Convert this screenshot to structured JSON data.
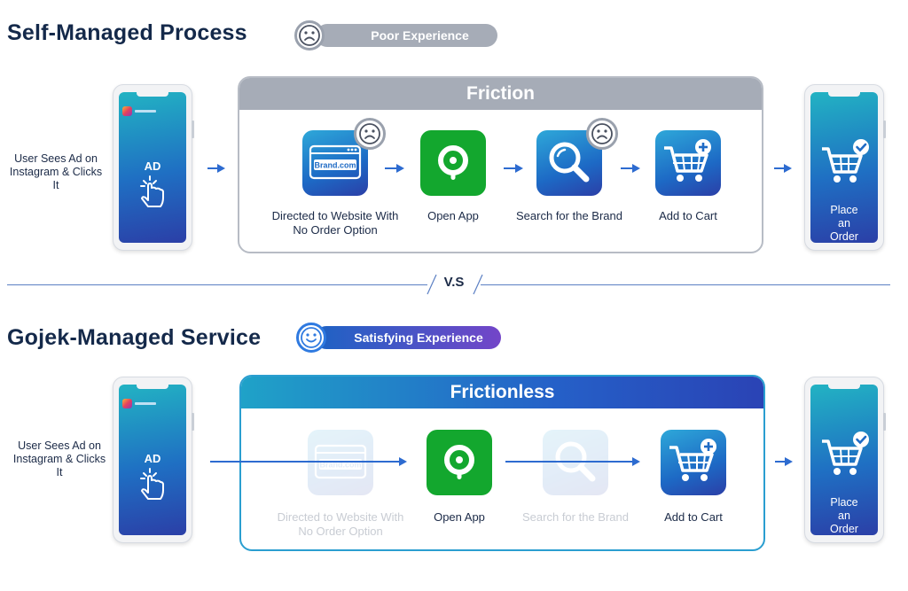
{
  "top": {
    "title": "Self-Managed Process",
    "experience": "Poor Experience",
    "box_title": "Friction",
    "user_label": "User Sees Ad on Instagram & Clicks It",
    "ad": "AD",
    "steps": [
      {
        "label": "Directed to Website With No Order Option",
        "icon": "website-icon",
        "sub": "Brand.com"
      },
      {
        "label": "Open App",
        "icon": "gojek-app-icon"
      },
      {
        "label": "Search for the Brand",
        "icon": "search-icon"
      },
      {
        "label": "Add to Cart",
        "icon": "cart-add-icon"
      }
    ],
    "final": "Place an Order"
  },
  "divider": "V.S",
  "bottom": {
    "title": "Gojek-Managed Service",
    "experience": "Satisfying Experience",
    "box_title": "Frictionless",
    "user_label": "User Sees Ad on Instagram & Clicks It",
    "ad": "AD",
    "steps": [
      {
        "label": "Directed to Website With No Order Option",
        "icon": "website-icon",
        "sub": "Brand.com"
      },
      {
        "label": "Open App",
        "icon": "gojek-app-icon"
      },
      {
        "label": "Search for the Brand",
        "icon": "search-icon"
      },
      {
        "label": "Add to Cart",
        "icon": "cart-add-icon"
      }
    ],
    "final": "Place an Order"
  },
  "colors": {
    "poor": "#a6acb7",
    "accent_blue": "#2d6bd0",
    "gojek_green": "#13a72e",
    "title": "#14294a"
  }
}
